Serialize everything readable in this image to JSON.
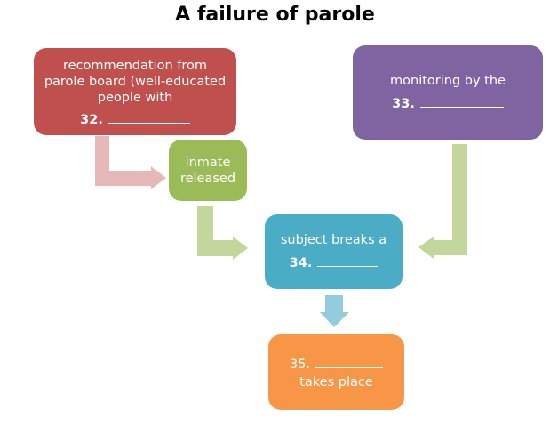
{
  "title": "A failure of parole",
  "colors": {
    "red_box": "#c0504d",
    "purple_box": "#8064a2",
    "green_box": "#9bbb59",
    "blue_box": "#4bacc6",
    "orange_box": "#f79646",
    "pink_arrow": "#e6b9b8",
    "green_arrow": "#c3d69b",
    "blue_arrow": "#93cddd"
  },
  "boxes": {
    "recommendation": {
      "lines": [
        "recommendation from",
        "parole board (well-educated",
        "people with"
      ],
      "number": "32."
    },
    "monitoring": {
      "lines": [
        "monitoring by the"
      ],
      "number": "33."
    },
    "inmate": {
      "lines": [
        "inmate",
        "released"
      ]
    },
    "subject": {
      "lines": [
        "subject breaks a"
      ],
      "number": "34."
    },
    "outcome": {
      "number": "35.",
      "lines": [
        "takes place"
      ]
    }
  },
  "arrows": [
    {
      "from": "recommendation",
      "to": "inmate",
      "shape": "elbow-right"
    },
    {
      "from": "inmate",
      "to": "subject",
      "shape": "elbow-right"
    },
    {
      "from": "monitoring",
      "to": "subject",
      "shape": "elbow-left"
    },
    {
      "from": "subject",
      "to": "outcome",
      "shape": "down"
    }
  ]
}
